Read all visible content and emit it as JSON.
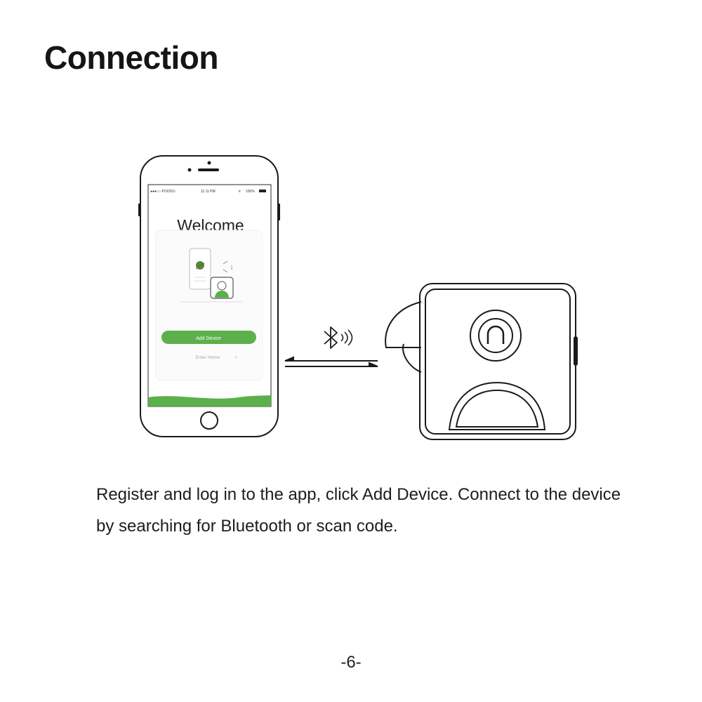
{
  "page": {
    "title": "Connection",
    "description": "Register and log in to the app, click Add Device. Connect to the device by searching for Bluetooth or scan code.",
    "page_number": "-6-"
  },
  "phone_screen": {
    "status_bar": {
      "carrier": "●●●○○ POOOLI",
      "time": "11:11 PM",
      "battery": "100%"
    },
    "welcome_heading": "Welcome",
    "add_device_button": "Add Device",
    "enter_home_link": "Enter Home",
    "enter_home_arrow": ">"
  },
  "icons": {
    "bluetooth": "bluetooth-icon",
    "signal": "signal-waves-icon",
    "arrows": "bidirectional-arrows-icon",
    "printer_logo": "arch-logo-icon"
  },
  "colors": {
    "accent_green": "#5bb04b",
    "line": "#1a1a1a"
  }
}
